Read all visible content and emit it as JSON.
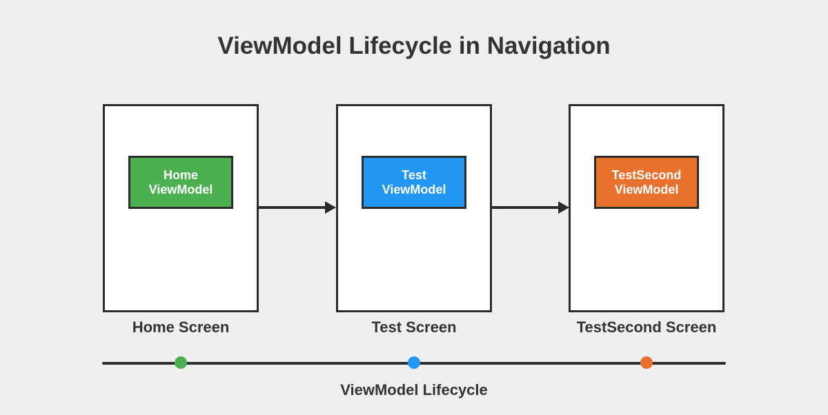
{
  "title": "ViewModel Lifecycle in Navigation",
  "screens": [
    {
      "label": "Home Screen",
      "viewmodel": {
        "line1": "Home",
        "line2": "ViewModel",
        "color": "#4caf50"
      }
    },
    {
      "label": "Test Screen",
      "viewmodel": {
        "line1": "Test",
        "line2": "ViewModel",
        "color": "#2196f3"
      }
    },
    {
      "label": "TestSecond Screen",
      "viewmodel": {
        "line1": "TestSecond",
        "line2": "ViewModel",
        "color": "#e8722d"
      }
    }
  ],
  "arrows": [
    {
      "from": "Home Screen",
      "to": "Test Screen"
    },
    {
      "from": "Test Screen",
      "to": "TestSecond Screen"
    }
  ],
  "timeline": {
    "label": "ViewModel Lifecycle",
    "dots": [
      {
        "screen": "Home Screen",
        "color": "#4caf50"
      },
      {
        "screen": "Test Screen",
        "color": "#2196f3"
      },
      {
        "screen": "TestSecond Screen",
        "color": "#e8722d"
      }
    ]
  },
  "colors": {
    "background": "#efefef",
    "screen_fill": "#ffffff",
    "stroke": "#2b2b2b",
    "text": "#333333",
    "viewmodel_text": "#ffffff"
  }
}
